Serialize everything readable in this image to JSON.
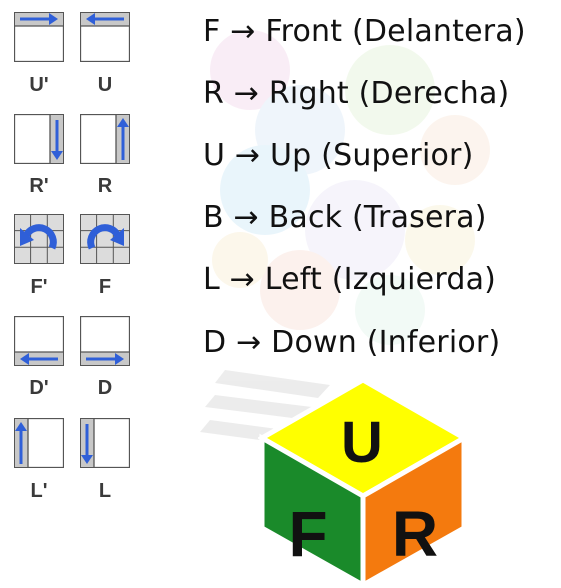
{
  "moves": [
    {
      "label": "U'",
      "icon": "top-row-right-arrow-icon"
    },
    {
      "label": "U",
      "icon": "top-row-left-arrow-icon"
    },
    {
      "label": "R'",
      "icon": "right-column-down-arrow-icon"
    },
    {
      "label": "R",
      "icon": "right-column-up-arrow-icon"
    },
    {
      "label": "F'",
      "icon": "front-counterclockwise-arrow-icon"
    },
    {
      "label": "F",
      "icon": "front-clockwise-arrow-icon"
    },
    {
      "label": "D'",
      "icon": "bottom-row-left-arrow-icon"
    },
    {
      "label": "D",
      "icon": "bottom-row-right-arrow-icon"
    },
    {
      "label": "L'",
      "icon": "left-column-up-arrow-icon"
    },
    {
      "label": "L",
      "icon": "left-column-down-arrow-icon"
    }
  ],
  "notation": [
    {
      "letter": "F",
      "arrow": "→",
      "name": "Front",
      "translation": "(Delantera)"
    },
    {
      "letter": "R",
      "arrow": "→",
      "name": "Right",
      "translation": "(Derecha)"
    },
    {
      "letter": "U",
      "arrow": "→",
      "name": "Up",
      "translation": "(Superior)"
    },
    {
      "letter": "B",
      "arrow": "→",
      "name": "Back",
      "translation": "(Trasera)"
    },
    {
      "letter": "L",
      "arrow": "→",
      "name": "Left",
      "translation": "(Izquierda)"
    },
    {
      "letter": "D",
      "arrow": "→",
      "name": "Down",
      "translation": "(Inferior)"
    }
  ],
  "logo": {
    "top_letter": "U",
    "left_letter": "F",
    "right_letter": "R",
    "colors": {
      "top": "#ffff00",
      "left": "#1a8a2a",
      "right": "#f47a0e",
      "outline": "#ffffff",
      "letter": "#111111"
    }
  },
  "colors": {
    "arrow": "#2f5fd8",
    "highlight": "#c8c8c8",
    "grid": "#555555"
  }
}
